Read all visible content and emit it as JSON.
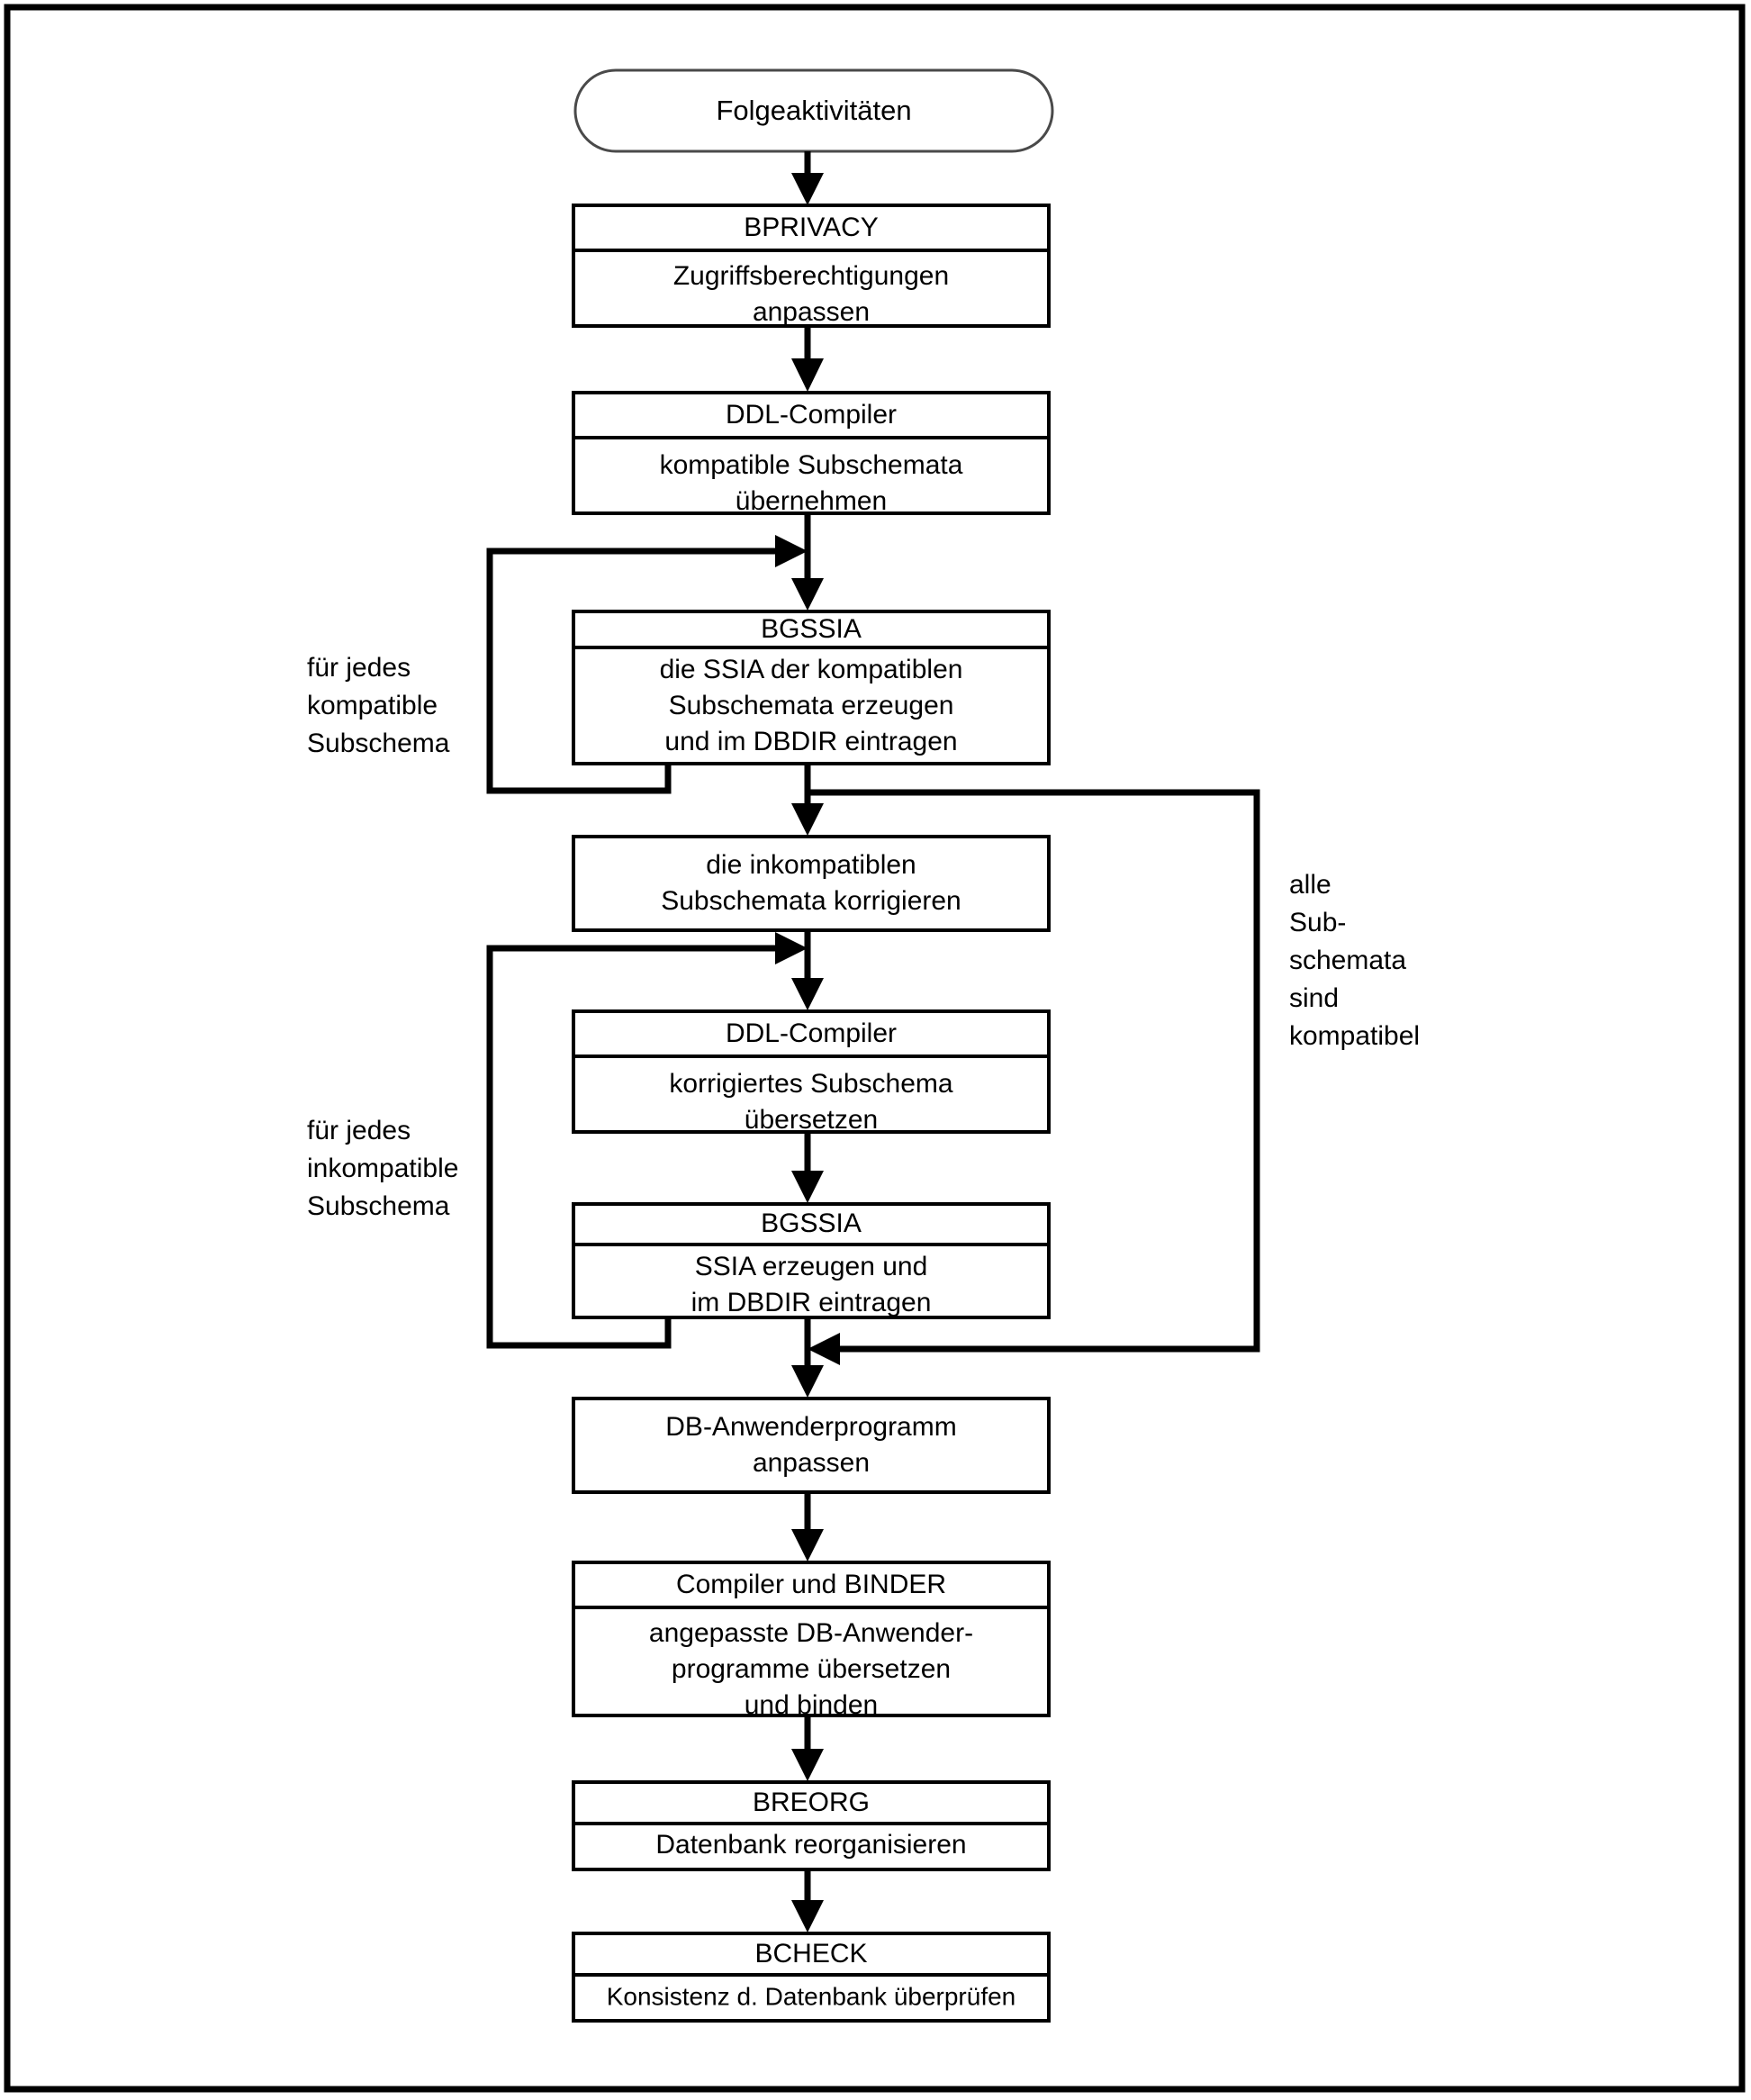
{
  "diagram": {
    "title": "Folgeaktivitäten Flussdiagramm",
    "colors": {
      "background": "#ffffff",
      "line": "#000000",
      "frame": "#000000",
      "terminator_stroke": "#4a4a4a",
      "text": "#000000"
    },
    "start": {
      "label": "Folgeaktivitäten",
      "shape": "stadium"
    },
    "nodes": [
      {
        "id": "bprivacy",
        "title": "BPRIVACY",
        "body": [
          "Zugriffsberechtigungen",
          "anpassen"
        ]
      },
      {
        "id": "ddl-compiler-1",
        "title": "DDL-Compiler",
        "body": [
          "kompatible Subschemata",
          "übernehmen"
        ]
      },
      {
        "id": "bgssia-1",
        "title": "BGSSIA",
        "body": [
          "die SSIA der kompatiblen",
          "Subschemata erzeugen",
          "und im DBDIR eintragen"
        ]
      },
      {
        "id": "korrigieren",
        "title": "",
        "body": [
          "die inkompatiblen",
          "Subschemata korrigieren"
        ]
      },
      {
        "id": "ddl-compiler-2",
        "title": "DDL-Compiler",
        "body": [
          "korrigiertes Subschema",
          "übersetzen"
        ]
      },
      {
        "id": "bgssia-2",
        "title": "BGSSIA",
        "body": [
          "SSIA erzeugen und",
          "im DBDIR eintragen"
        ]
      },
      {
        "id": "db-anwenderprogramm",
        "title": "",
        "body": [
          "DB-Anwenderprogramm",
          "anpassen"
        ]
      },
      {
        "id": "compiler-binder",
        "title": "Compiler und BINDER",
        "body": [
          "angepasste DB-Anwender-",
          "programme übersetzen",
          "und binden"
        ]
      },
      {
        "id": "breorg",
        "title": "BREORG",
        "body": [
          "Datenbank reorganisieren"
        ]
      },
      {
        "id": "bcheck",
        "title": "BCHECK",
        "body": [
          "Konsistenz d. Datenbank überprüfen"
        ]
      }
    ],
    "edge_labels": [
      {
        "id": "loop-kompatibel",
        "lines": [
          "für jedes",
          "kompatible",
          "Subschema"
        ]
      },
      {
        "id": "loop-inkompatibel",
        "lines": [
          "für jedes",
          "inkompatible",
          "Subschema"
        ]
      },
      {
        "id": "alle-kompatibel",
        "lines": [
          "alle",
          "Sub-",
          "schemata",
          "sind",
          "kompatibel"
        ]
      }
    ]
  }
}
